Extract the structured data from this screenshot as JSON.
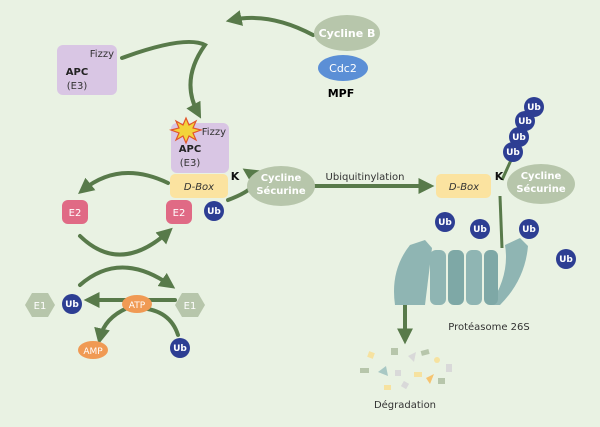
{
  "cyclin_b": "Cycline B",
  "cdc2": "Cdc2",
  "mpf": "MPF",
  "fizzy_top": {
    "fizzy": "Fizzy",
    "apc": "APC",
    "e3": "(E3)"
  },
  "fizzy_active": {
    "fizzy": "Fizzy",
    "apc": "APC",
    "e3": "(E3)"
  },
  "dbox": "D-Box",
  "lysine": "K",
  "cyclin_securin_left": [
    "Cycline",
    "Sécurine"
  ],
  "cyclin_securin_right": [
    "Cycline",
    "Sécurine"
  ],
  "ubiquitinylation": "Ubiquitinylation",
  "e2_top": "E2",
  "e2_bottom": "E2",
  "e1_left": "E1",
  "e1_right": "E1",
  "atp": "ATP",
  "amp": "AMP",
  "ub": "Ub",
  "proteasome": "Protéasome 26S",
  "degradation": "Dégradation",
  "colors": {
    "background": "#e9f2e3",
    "arrow": "#587a4a",
    "grey_green": "#b7c6ab",
    "cdc2_blue": "#5b8fd6",
    "fizzy_purple": "#d9c6e4",
    "dbox_yellow": "#fbe3a0",
    "e2_pink": "#e06a85",
    "ub_navy": "#2d3e93",
    "atp_orange": "#f09a54",
    "proteasome_teal": "#8fb5b3"
  }
}
